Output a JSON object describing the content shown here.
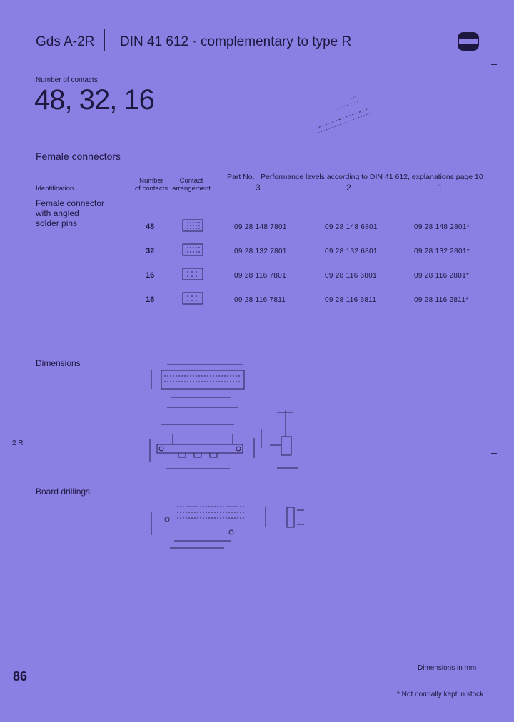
{
  "header": {
    "series": "Gds A-2R",
    "title": "DIN 41 612 · complementary to type R"
  },
  "contacts": {
    "label": "Number of contacts",
    "values": "48, 32, 16"
  },
  "female": {
    "heading": "Female connectors",
    "table": {
      "col_identification": "Identification",
      "col_number_line1": "Number",
      "col_number_line2": "of contacts",
      "col_contact_line1": "Contact",
      "col_contact_line2": "arrangement",
      "col_partno": "Part No.",
      "col_performance": "Performance levels according to DIN 41 612, explanations page 10",
      "level_3": "3",
      "level_2": "2",
      "level_1": "1",
      "row_label_line1": "Female connector",
      "row_label_line2": "with angled",
      "row_label_line3": "solder pins",
      "rows": [
        {
          "contacts": "48",
          "p3": "09 28 148 7801",
          "p2": "09 28 148 6801",
          "p1": "09 28 148 2801*"
        },
        {
          "contacts": "32",
          "p3": "09 28 132 7801",
          "p2": "09 28 132 6801",
          "p1": "09 28 132 2801*"
        },
        {
          "contacts": "16",
          "p3": "09 28 116 7801",
          "p2": "09 28 116 6801",
          "p1": "09 28 116 2801*"
        },
        {
          "contacts": "16",
          "p3": "09 28 116 7811",
          "p2": "09 28 116 6811",
          "p1": "09 28 116 2811*"
        }
      ]
    }
  },
  "sections": {
    "dimensions": "Dimensions",
    "board": "Board drillings"
  },
  "side_label": "2 R",
  "page_number": "86",
  "dimensions_note": "Dimensions in mm",
  "footnote": "* Not normally kept in stock",
  "colors": {
    "background": "#8a7fe2",
    "ink": "#1d1840"
  }
}
